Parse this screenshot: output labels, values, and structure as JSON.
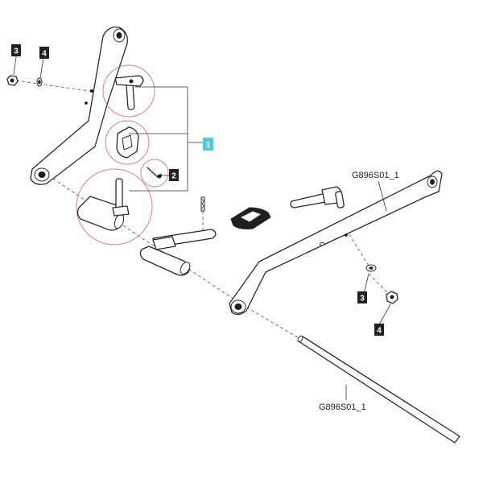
{
  "callouts": {
    "part_1": "1",
    "part_2": "2",
    "part_3_left": "3",
    "part_4_left": "4",
    "part_3_right": "3",
    "part_4_right": "4"
  },
  "codes": {
    "arm_code": "G896S01_1",
    "rod_code": "G896S01_1"
  },
  "colors": {
    "highlight_badge": "#5bc6d8",
    "badge": "#222222",
    "detail_circle": "#c9868c"
  }
}
